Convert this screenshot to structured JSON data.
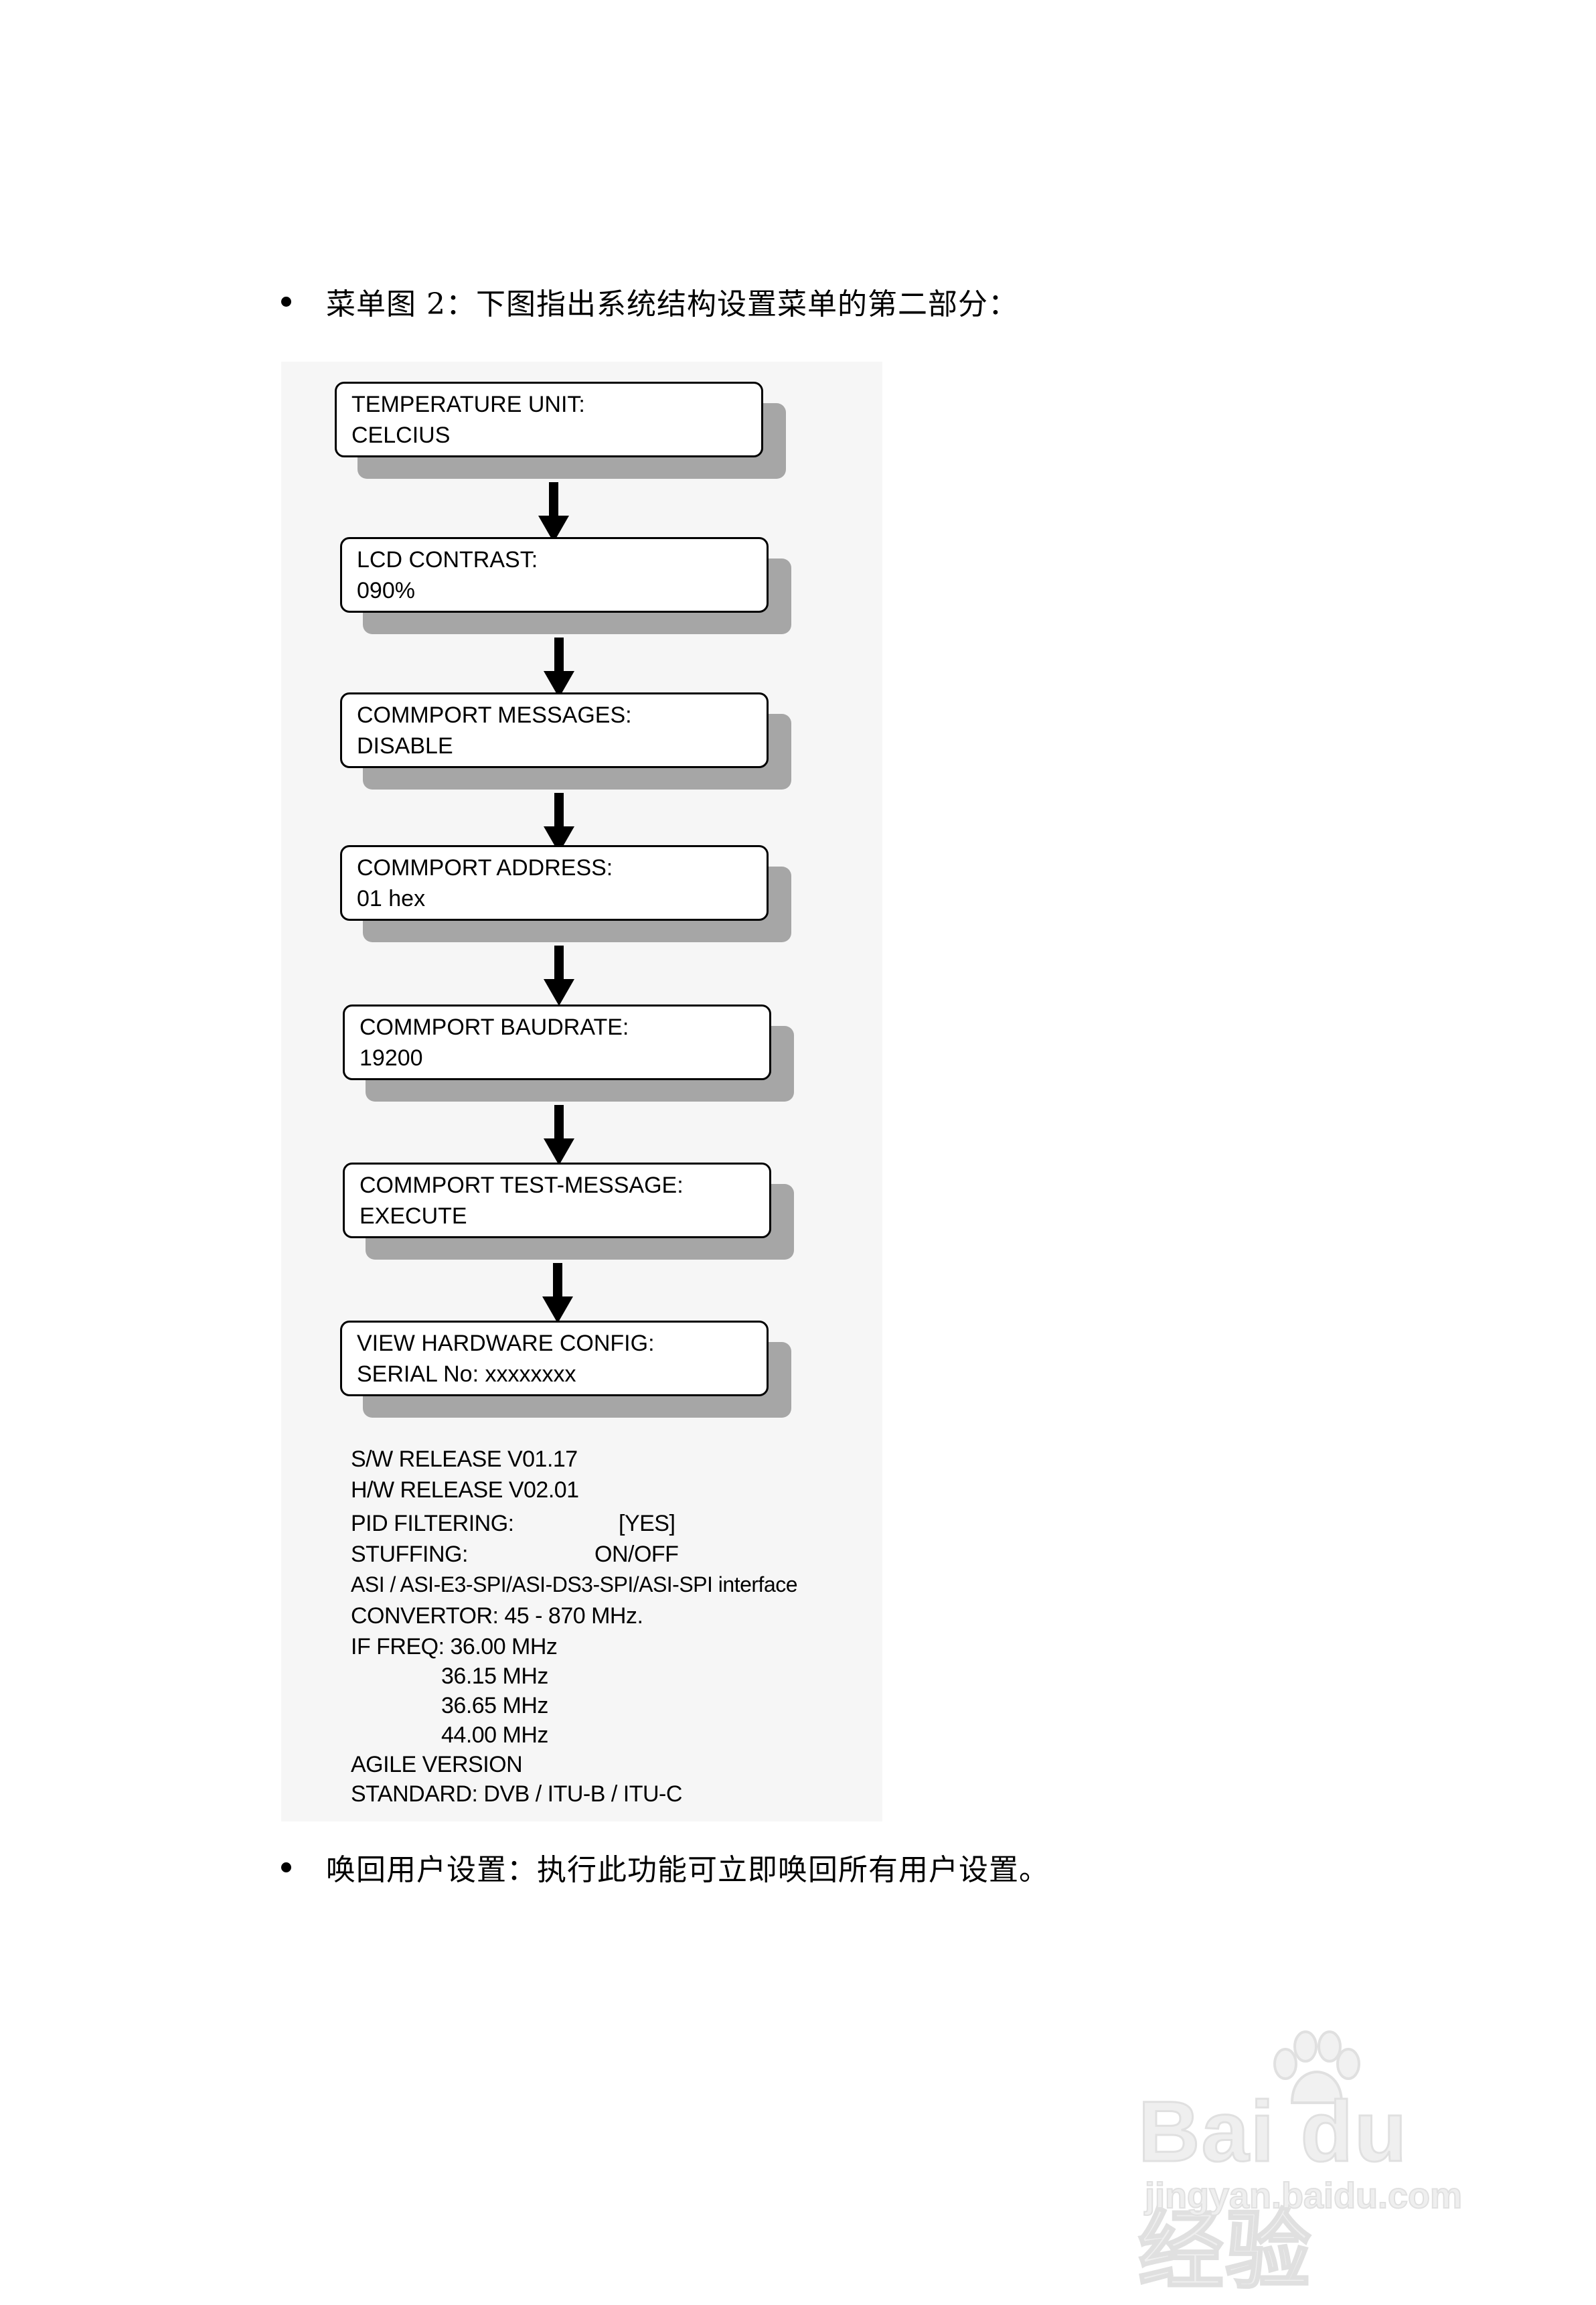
{
  "bullets": {
    "intro": "菜单图 2：下图指出系统结构设置菜单的第二部分：",
    "outro": "唤回用户设置：执行此功能可立即唤回所有用户设置。"
  },
  "menu": [
    {
      "title": "TEMPERATURE UNIT:",
      "value": "CELCIUS"
    },
    {
      "title": "LCD CONTRAST:",
      "value": "090%"
    },
    {
      "title": "COMMPORT MESSAGES:",
      "value": "DISABLE"
    },
    {
      "title": "COMMPORT ADDRESS:",
      "value": "01 hex"
    },
    {
      "title": "COMMPORT BAUDRATE:",
      "value": "19200"
    },
    {
      "title": "COMMPORT TEST-MESSAGE:",
      "value": "EXECUTE"
    },
    {
      "title": "VIEW HARDWARE CONFIG:",
      "value": "SERIAL No: xxxxxxxx"
    }
  ],
  "hardware_config": {
    "sw_release": "S/W RELEASE V01.17",
    "hw_release": "H/W RELEASE V02.01",
    "pid_filtering_label": "PID FILTERING:",
    "pid_filtering_value": "[YES]",
    "stuffing_label": "STUFFING:",
    "stuffing_value": "ON/OFF",
    "interface": "ASI / ASI-E3-SPI/ASI-DS3-SPI/ASI-SPI interface",
    "convertor": "CONVERTOR: 45 - 870 MHz.",
    "if_freq_label": "IF FREQ:",
    "if_freqs": [
      "36.00 MHz",
      "36.15 MHz",
      "36.65 MHz",
      "44.00 MHz"
    ],
    "agile": "AGILE VERSION",
    "standard": "STANDARD: DVB / ITU-B / ITU-C"
  },
  "watermark": {
    "brand": "Bai du 经验",
    "url": "jingyan.baidu.com"
  }
}
